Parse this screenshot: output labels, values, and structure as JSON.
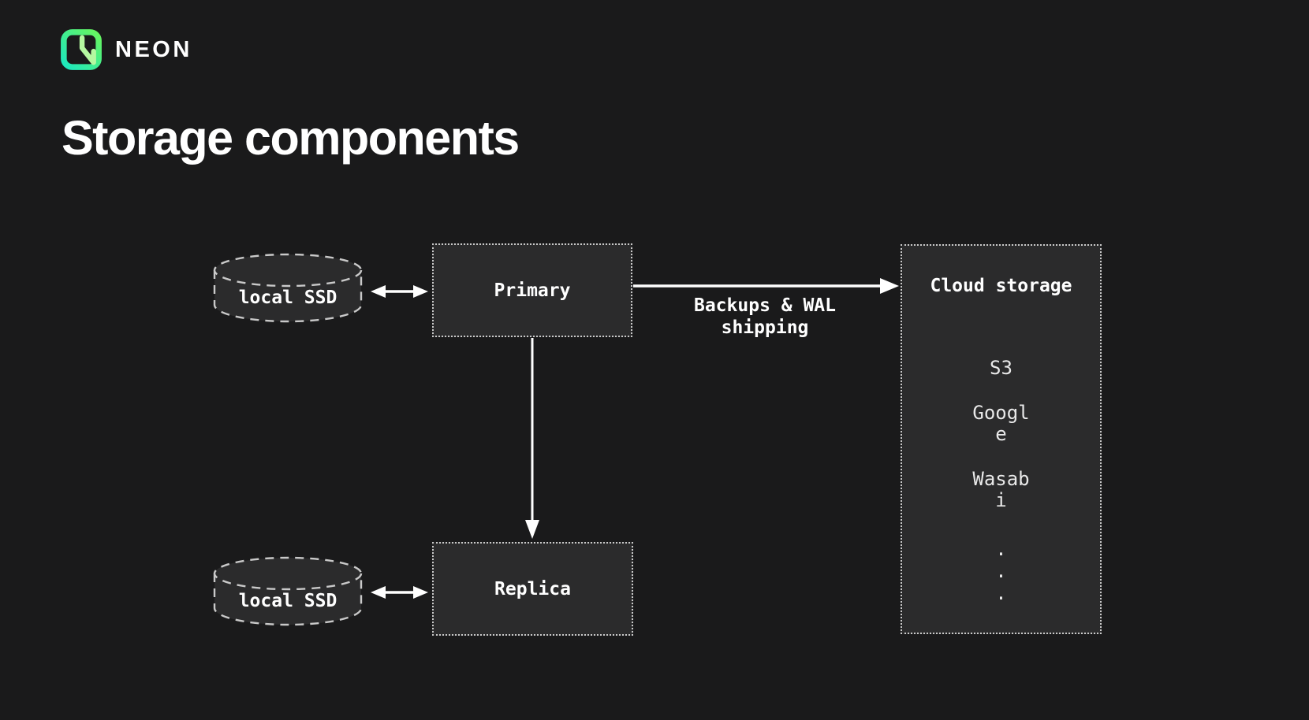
{
  "brand": {
    "wordmark": "NEON",
    "logo_gradient_from": "#1be7c0",
    "logo_gradient_to": "#68f55e",
    "logo_n_color": "#b5f8a0"
  },
  "title": "Storage components",
  "colors": {
    "background": "#1a1a1b",
    "node_fill": "#2b2b2c",
    "node_border": "#c9c9c9",
    "text": "#ffffff",
    "arrow": "#ffffff"
  },
  "nodes": {
    "local_ssd_top": {
      "label": "local SSD",
      "shape": "cylinder"
    },
    "local_ssd_bottom": {
      "label": "local SSD",
      "shape": "cylinder"
    },
    "primary": {
      "label": "Primary"
    },
    "replica": {
      "label": "Replica"
    },
    "cloud": {
      "title": "Cloud storage",
      "items": [
        "S3",
        "Google",
        "Wasabi"
      ],
      "dots": [
        ".",
        ".",
        "."
      ]
    }
  },
  "edges": {
    "backups_label": "Backups & WAL shipping",
    "ssd_primary": "bidirectional",
    "ssd_replica": "bidirectional",
    "primary_to_replica": "down-arrow",
    "primary_to_cloud": "right-arrow"
  }
}
